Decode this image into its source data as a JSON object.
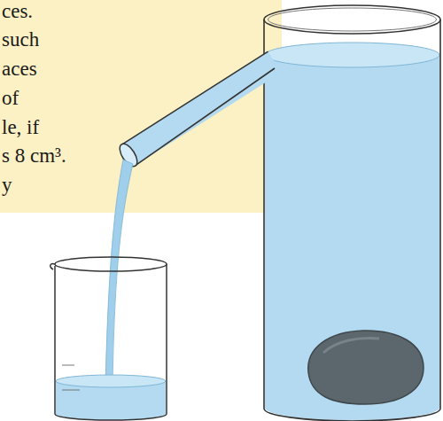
{
  "diagram": {
    "labels": [
      "ces.",
      "such",
      "aces",
      "of",
      "le, if",
      "s 8 cm³.",
      "y"
    ]
  }
}
